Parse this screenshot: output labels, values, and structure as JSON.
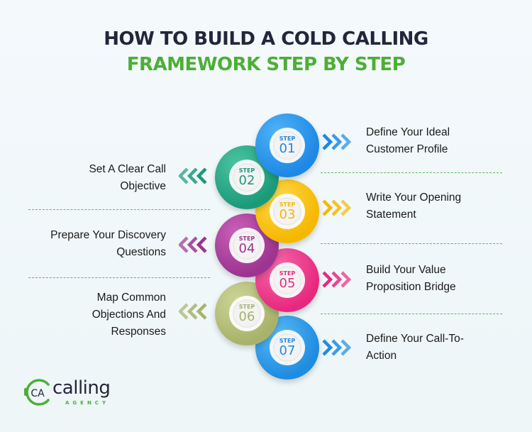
{
  "title": {
    "line1": "HOW TO BUILD A COLD CALLING",
    "line2": "FRAMEWORK STEP BY STEP"
  },
  "steps": [
    {
      "label": "STEP",
      "num": "01",
      "line1": "Define Your Ideal",
      "line2": "Customer Profile",
      "side": "right",
      "color": "#1e88e5",
      "color_light": "#4fb3f6"
    },
    {
      "label": "STEP",
      "num": "02",
      "line1": "Set A Clear Call",
      "line2": "Objective",
      "side": "left",
      "color": "#1b9a7a",
      "color_light": "#4cc4a0"
    },
    {
      "label": "STEP",
      "num": "03",
      "line1": "Write Your Opening",
      "line2": "Statement",
      "side": "right",
      "color": "#f5b800",
      "color_light": "#ffd84a"
    },
    {
      "label": "STEP",
      "num": "04",
      "line1": "Prepare Your Discovery",
      "line2": "Questions",
      "side": "left",
      "color": "#9c3490",
      "color_light": "#c960b9"
    },
    {
      "label": "STEP",
      "num": "05",
      "line1": "Build Your Value",
      "line2": "Proposition Bridge",
      "side": "right",
      "color": "#e8287e",
      "color_light": "#f46aab"
    },
    {
      "label": "STEP",
      "num": "06",
      "line1": "Map Common",
      "line2": "Objections And",
      "line3": "Responses",
      "side": "left",
      "color": "#a8b26a",
      "color_light": "#cdd597"
    },
    {
      "label": "STEP",
      "num": "07",
      "line1": "Define Your Call-To-",
      "line2": "Action",
      "side": "right",
      "color": "#1e8ce0",
      "color_light": "#5ab9f5"
    }
  ],
  "logo": {
    "mark": "CA",
    "name": "calling",
    "sub": "AGENCY",
    "color_dark": "#23263a",
    "color_green": "#4caf35"
  },
  "colors": {
    "title_dark": "#23263a",
    "title_green": "#4caf35",
    "divider": "#5cb85c"
  }
}
